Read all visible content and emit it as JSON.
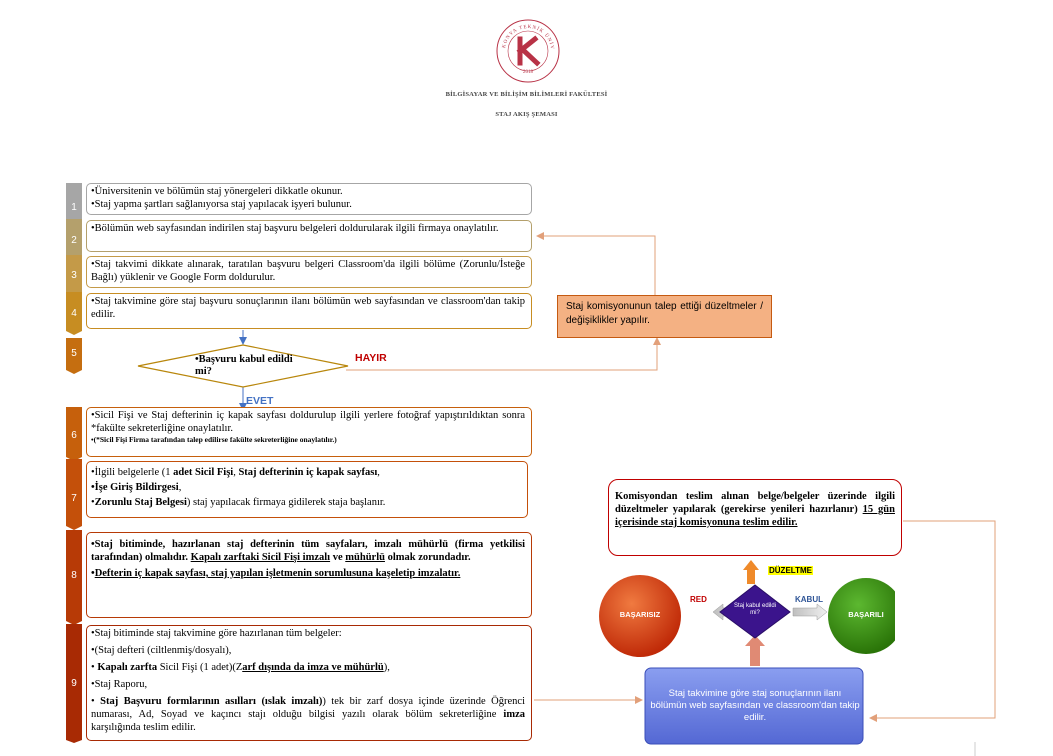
{
  "header": {
    "logo_text": "KONYA TEKNİK ÜNİVERSİTESİ 2018",
    "faculty": "BİLGİSAYAR VE BİLİŞİM BİLİMLERİ FAKÜLTESİ",
    "title": "STAJ AKIŞ ŞEMASI"
  },
  "steps": [
    {
      "num": "1",
      "lines": [
        "•Üniversitenin ve bölümün staj yönergeleri dikkatle okunur.",
        "•Staj yapma şartları sağlanıyorsa staj yapılacak işyeri bulunur."
      ]
    },
    {
      "num": "2",
      "lines": [
        "•Bölümün web sayfasından indirilen staj başvuru belgeleri doldurularak ilgili firmaya onaylatılır."
      ]
    },
    {
      "num": "3",
      "lines": [
        "•Staj takvimi dikkate alınarak, taratılan başvuru belgeri Classroom'da ilgili bölüme (Zorunlu/İsteğe Bağlı) yüklenir ve Google Form doldurulur."
      ]
    },
    {
      "num": "4",
      "lines": [
        "•Staj takvimine göre staj başvuru sonuçlarının ilanı bölümün web sayfasından ve classroom'dan takip edilir."
      ]
    },
    {
      "num": "5"
    },
    {
      "num": "6",
      "lines": [
        "•Sicil Fişi ve Staj defterinin iç kapak sayfası doldurulup ilgili yerlere fotoğraf yapıştırıldıktan sonra *fakülte sekreterliğine onaylatılır."
      ],
      "note": "•(*Sicil Fişi Firma tarafından talep edilirse fakülte sekreterliğine onaylatılır.)"
    },
    {
      "num": "7",
      "l1a": "•İlgili belgelerle (1 ",
      "l1b": "adet Sicil Fişi",
      "l1c": ", ",
      "l1d": "Staj defterinin iç kapak sayfası",
      "l1e": ",",
      "l2a": "•İşe Giriş Bildirgesi",
      "l2b": ",",
      "l3a": "•",
      "l3b": "Zorunlu Staj Belgesi",
      "l3c": ") staj yapılacak firmaya gidilerek staja başlanır."
    },
    {
      "num": "8",
      "l1": "•Staj bitiminde, hazırlanan staj defterinin tüm sayfaları, imzalı mühürlü (firma yetkilisi tarafından) olmalıdır. ",
      "l1u": "Kapalı zarftaki Sicil Fişi imzalı",
      "l1v": " ve ",
      "l1w": "mühürlü",
      "l1x": " olmak zorundadır.",
      "l2a": "•",
      "l2b": "Defterin iç kapak sayfası, staj yapılan işletmenin sorumlusuna kaşeletip imzalatır."
    },
    {
      "num": "9",
      "l1": "•Staj bitiminde staj takvimine göre hazırlanan tüm belgeler:",
      "l2": "•(Staj defteri (ciltlenmiş/dosyalı),",
      "l3a": "• ",
      "l3b": "Kapalı zarfta",
      "l3c": " Sicil Fişi (1 adet)(Z",
      "l3d": "arf dışında da imza ve mühürlü",
      "l3e": "),",
      "l4": "•Staj Raporu,",
      "l5a": "• ",
      "l5b": "Staj Başvuru formlarının asılları (ıslak imzalı)",
      "l5c": ") tek bir zarf dosya içinde üzerinde Öğrenci numarası, Ad, Soyad ve kaçıncı stajı olduğu bilgisi yazılı olarak bölüm sekreterliğine ",
      "l5d": "imza",
      "l5e": " karşılığında teslim edilir."
    }
  ],
  "decision": {
    "text": "•Başvuru kabul edildi mi?",
    "no_label": "HAYIR",
    "yes_label": "EVET"
  },
  "commission_box": "Staj komisyonunun talep ettiği düzeltmeler / değişiklikler yapılır.",
  "right_panel": {
    "top_a": "Komisyondan teslim alınan belge/belgeler üzerinde ilgili düzeltmeler yapılarak (gerekirse yenileri hazırlanır) ",
    "top_b": "15 gün içerisinde staj komisyonuna teslim edilir.",
    "fix_label": "DÜZELTME",
    "red_label": "RED",
    "accept_label": "KABUL",
    "fail_label": "BAŞARISIZ",
    "success_label": "BAŞARILI",
    "center_text": "Staj kabul edildi mi?",
    "bottom_text": "Staj takvimine göre staj sonuçlarının ilanı bölümün web sayfasından ve classroom'dan takip edilir."
  },
  "colors": {
    "step1": "#a6a6a6",
    "step2": "#b4a06c",
    "step3": "#c49a48",
    "step4": "#c78d22",
    "step5": "#c56e10",
    "step6": "#c6600c",
    "step7": "#c4500a",
    "step8": "#b73a06",
    "step9": "#a82a04",
    "arrow": "#e2a07a",
    "blue": "#4472c4",
    "red_circle": "#d03a14",
    "green_circle": "#3a8a10",
    "center_diamond": "#3b148c",
    "bottom_box": "#6a7fe0",
    "fix": "#ef8a2a"
  }
}
